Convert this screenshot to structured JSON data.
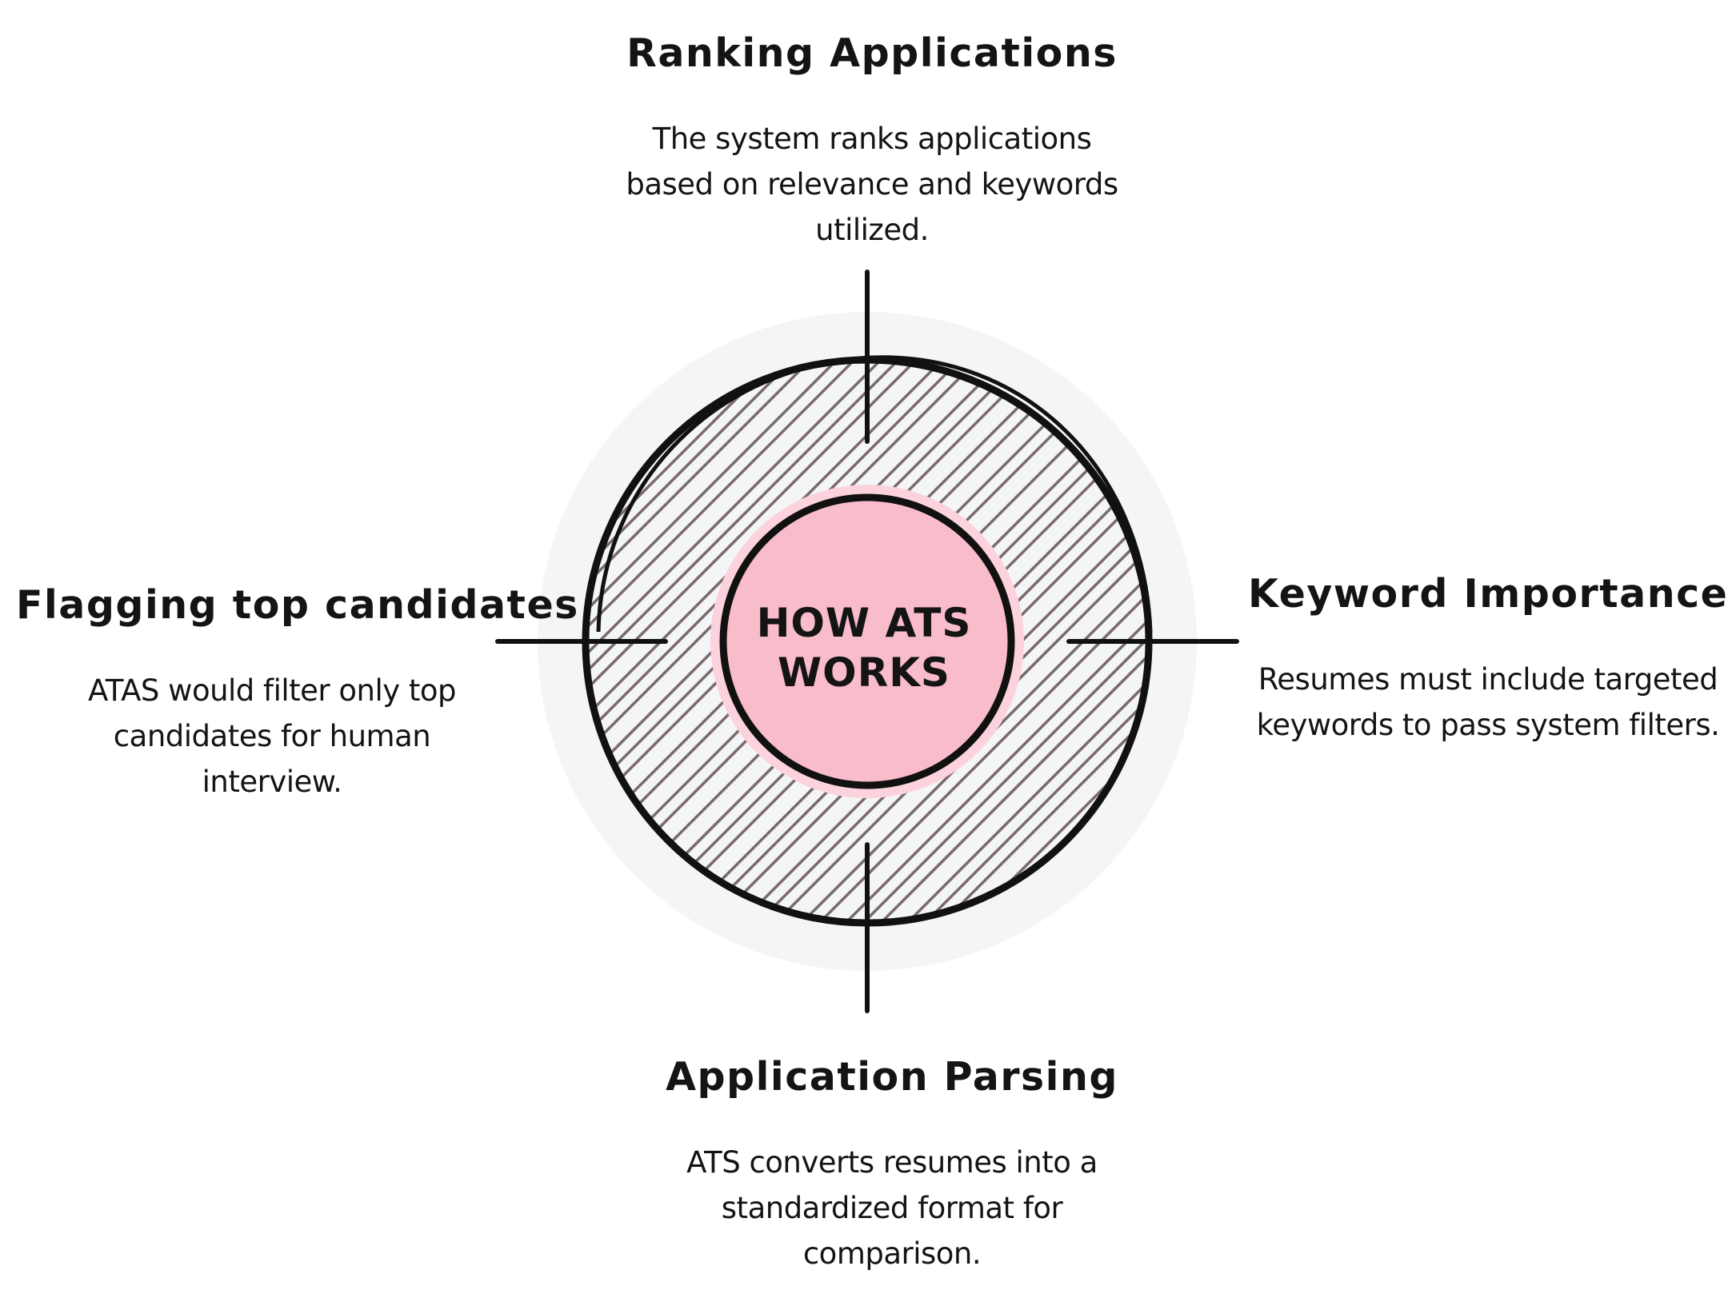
{
  "center": {
    "label": "HOW ATS WORKS"
  },
  "stages": {
    "top": {
      "title": "Ranking Applications",
      "description": "The system ranks applications based on relevance and keywords utilized."
    },
    "right": {
      "title": "Keyword Importance",
      "description": "Resumes must include targeted keywords to pass system filters."
    },
    "bottom": {
      "title": "Application Parsing",
      "description": "ATS converts resumes into a standardized format for comparison."
    },
    "left": {
      "title": "Flagging top candidates",
      "description": "ATAS would filter only top candidates for human interview."
    }
  },
  "colors": {
    "outer_halo": "#f4f5f7",
    "ring_stroke": "#111111",
    "hatch": "#7a6a6e",
    "center_fill": "#f9bccb"
  }
}
